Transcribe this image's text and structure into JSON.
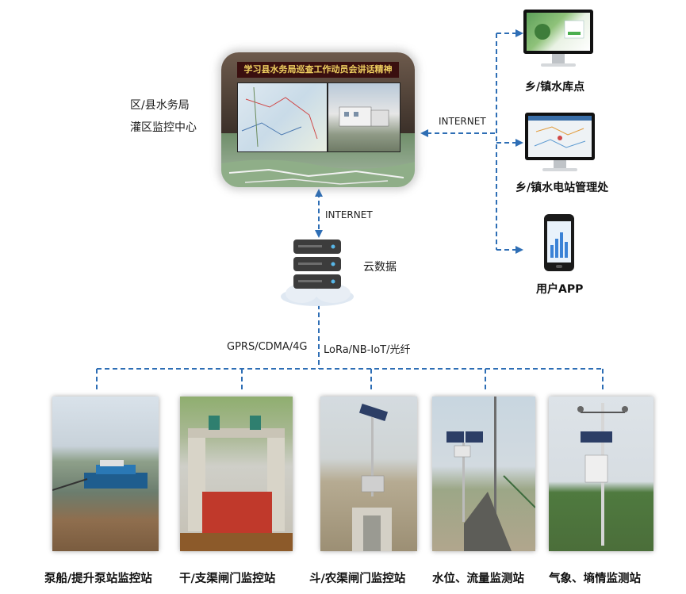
{
  "center": {
    "label_line1": "区/县水务局",
    "label_line2": "灌区监控中心",
    "banner": "学习县水务局巡查工作动员会讲话精神"
  },
  "links": {
    "internet_right": "INTERNET",
    "internet_down": "INTERNET",
    "network_left": "GPRS/CDMA/4G",
    "network_right": "LoRa/NB-IoT/光纤"
  },
  "cloud": {
    "label": "云数据"
  },
  "clients": [
    {
      "label": "乡/镇水库点"
    },
    {
      "label": "乡/镇水电站管理处"
    },
    {
      "label": "用户APP"
    }
  ],
  "stations": [
    {
      "label": "泵船/提升泵站监控站"
    },
    {
      "label": "干/支渠闸门监控站"
    },
    {
      "label": "斗/农渠闸门监控站"
    },
    {
      "label": "水位、流量监测站"
    },
    {
      "label": "气象、墒情监测站"
    }
  ],
  "colors": {
    "connector": "#2e6eb5",
    "cloud": "#dfe8f2",
    "server": "#3c3c3c"
  }
}
